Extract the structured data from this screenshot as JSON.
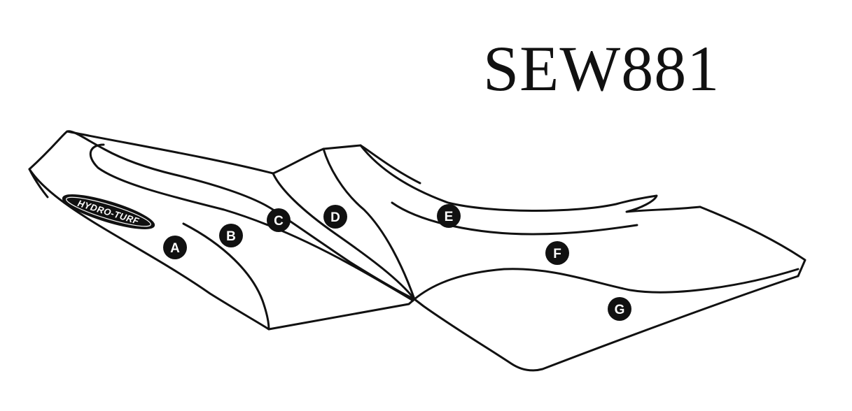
{
  "title": "SEW881",
  "logo_text": "HYDRO-TURF",
  "line_color": "#111111",
  "marker_color": "#111111",
  "marker_text_color": "#ffffff",
  "markers": [
    "A",
    "B",
    "C",
    "D",
    "E",
    "F",
    "G"
  ]
}
